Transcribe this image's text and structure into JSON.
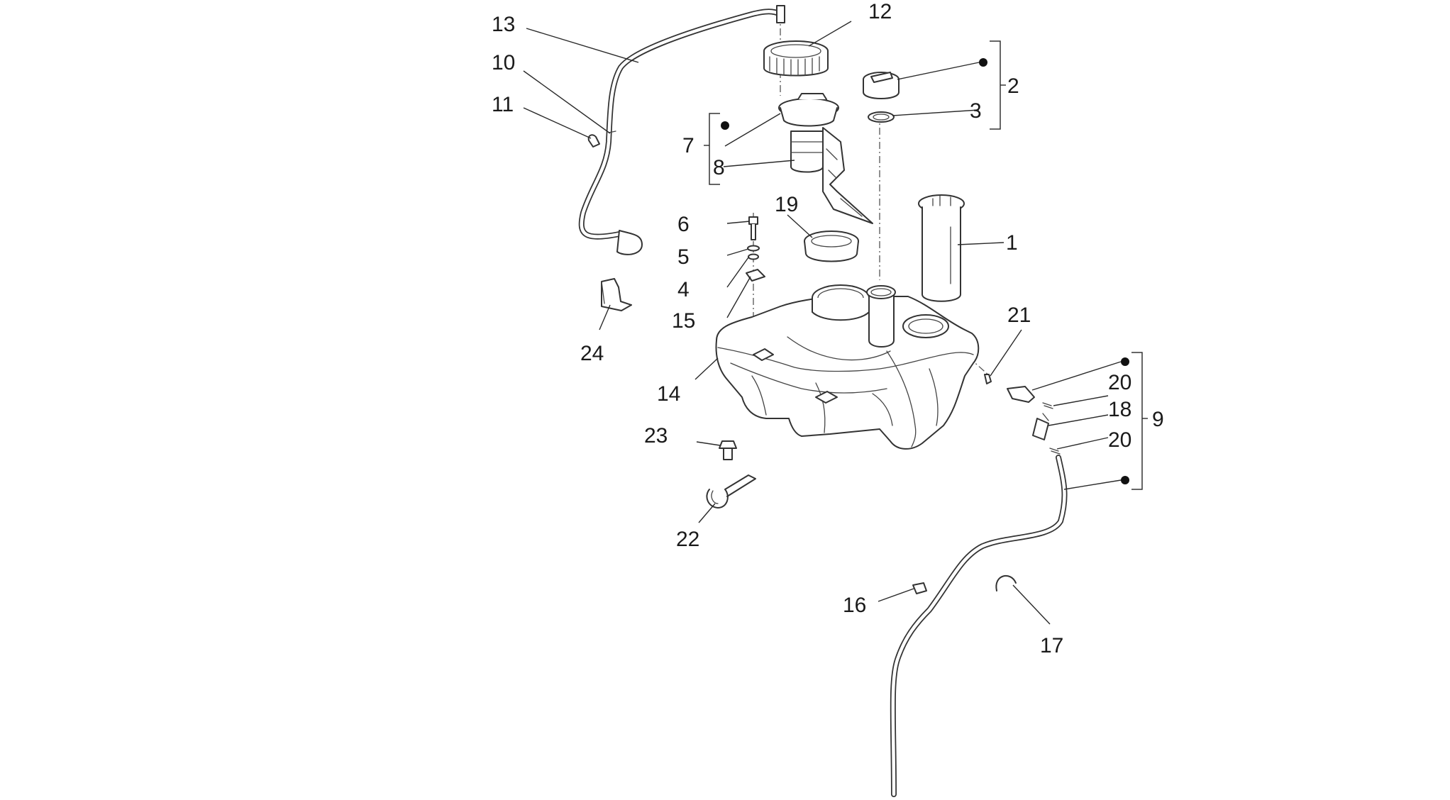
{
  "callouts": [
    {
      "id": "c1",
      "text": "1"
    },
    {
      "id": "c2",
      "text": "2"
    },
    {
      "id": "c3",
      "text": "3"
    },
    {
      "id": "c4",
      "text": "4"
    },
    {
      "id": "c5",
      "text": "5"
    },
    {
      "id": "c6",
      "text": "6"
    },
    {
      "id": "c7",
      "text": "7"
    },
    {
      "id": "c8",
      "text": "8"
    },
    {
      "id": "c9",
      "text": "9"
    },
    {
      "id": "c10",
      "text": "10"
    },
    {
      "id": "c11",
      "text": "11"
    },
    {
      "id": "c12",
      "text": "12"
    },
    {
      "id": "c13",
      "text": "13"
    },
    {
      "id": "c14",
      "text": "14"
    },
    {
      "id": "c15",
      "text": "15"
    },
    {
      "id": "c16",
      "text": "16"
    },
    {
      "id": "c17",
      "text": "17"
    },
    {
      "id": "c18",
      "text": "18"
    },
    {
      "id": "c19",
      "text": "19"
    },
    {
      "id": "c20a",
      "text": "20"
    },
    {
      "id": "c20b",
      "text": "20"
    },
    {
      "id": "c21",
      "text": "21"
    },
    {
      "id": "c22",
      "text": "22"
    },
    {
      "id": "c23",
      "text": "23"
    },
    {
      "id": "c24",
      "text": "24"
    }
  ],
  "colors": {
    "line": "#333333",
    "background": "#ffffff",
    "text": "#1a1a1a"
  }
}
